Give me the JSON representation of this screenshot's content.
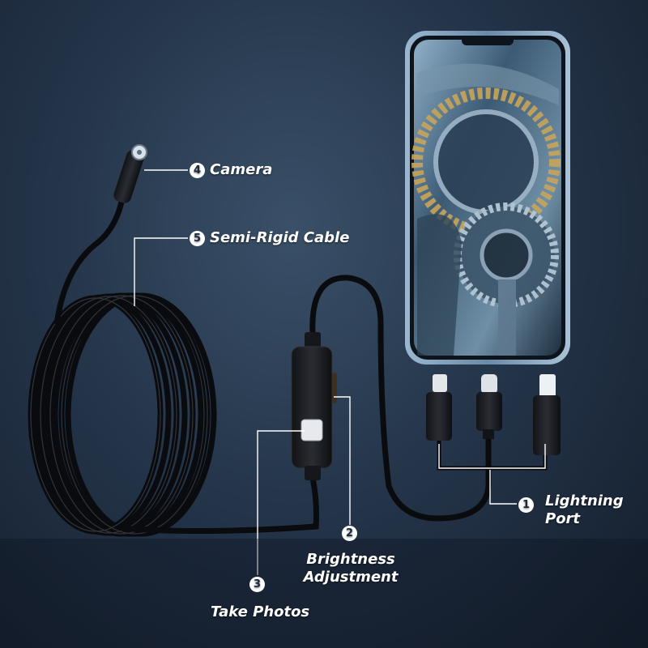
{
  "callouts": {
    "lightning_port": {
      "number": "1",
      "line1": "Lightning",
      "line2": "Port"
    },
    "brightness": {
      "number": "2",
      "line1": "Brightness",
      "line2": "Adjustment"
    },
    "take_photos": {
      "number": "3",
      "label": "Take Photos"
    },
    "camera": {
      "number": "4",
      "label": "Camera"
    },
    "cable": {
      "number": "5",
      "label": "Semi-Rigid Cable"
    }
  },
  "colors": {
    "background": "#25364b",
    "cable": "#0c0d10",
    "phone_frame": "#7f9fbd",
    "callout_line": "#ffffff"
  },
  "icons": [
    "camera-lens-icon",
    "photo-button-icon",
    "micro-usb-connector-icon",
    "usb-c-connector-icon",
    "lightning-connector-icon"
  ]
}
